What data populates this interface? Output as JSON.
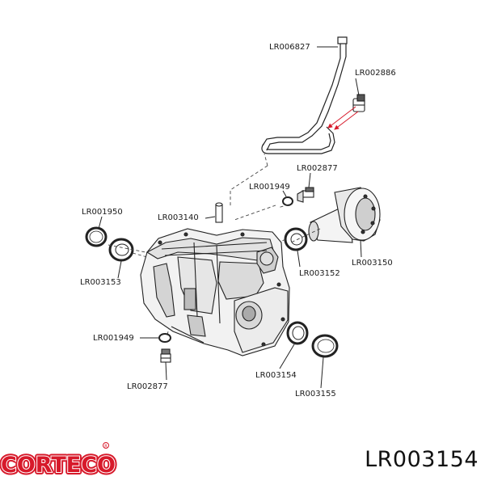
{
  "labels": {
    "tube": "LR006827",
    "clip": "LR002886",
    "breather_plug": "LR002877",
    "breather_washer": "LR001949",
    "left_oring": "LR001950",
    "vent_pipe": "LR003140",
    "left_seal": "LR003153",
    "output_seal": "LR003152",
    "output_flange": "LR003150",
    "drain_washer": "LR001949",
    "drain_plug": "LR002877",
    "front_seal": "LR003154",
    "front_oring": "LR003155"
  },
  "logo": {
    "text": "CORTECO",
    "color": "#d7192a"
  },
  "part_number": "LR003154"
}
